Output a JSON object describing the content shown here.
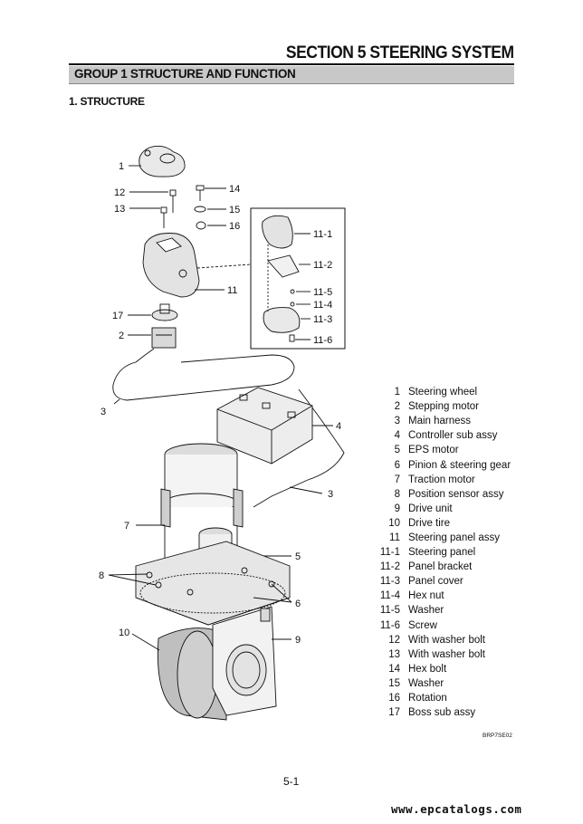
{
  "section_title": "SECTION 5 STEERING SYSTEM",
  "group_title": "GROUP 1 STRUCTURE AND FUNCTION",
  "subheading": "1. STRUCTURE",
  "callouts": {
    "c1": "1",
    "c2": "2",
    "c3a": "3",
    "c3b": "3",
    "c4": "4",
    "c5": "5",
    "c6": "6",
    "c7": "7",
    "c8": "8",
    "c9": "9",
    "c10": "10",
    "c11": "11",
    "c12": "12",
    "c13": "13",
    "c14": "14",
    "c15": "15",
    "c16": "16",
    "c17": "17",
    "c11_1": "11-1",
    "c11_2": "11-2",
    "c11_5": "11-5",
    "c11_4": "11-4",
    "c11_3": "11-3",
    "c11_6": "11-6"
  },
  "legend": [
    {
      "num": "1",
      "name": "Steering wheel"
    },
    {
      "num": "2",
      "name": "Stepping motor"
    },
    {
      "num": "3",
      "name": "Main harness"
    },
    {
      "num": "4",
      "name": "Controller sub assy"
    },
    {
      "num": "5",
      "name": "EPS motor"
    },
    {
      "num": "6",
      "name": "Pinion & steering gear"
    },
    {
      "num": "7",
      "name": "Traction motor"
    },
    {
      "num": "8",
      "name": "Position sensor assy"
    },
    {
      "num": "9",
      "name": "Drive unit"
    },
    {
      "num": "10",
      "name": "Drive tire"
    },
    {
      "num": "11",
      "name": "Steering panel assy"
    },
    {
      "num": "11-1",
      "name": "Steering panel"
    },
    {
      "num": "11-2",
      "name": "Panel bracket"
    },
    {
      "num": "11-3",
      "name": "Panel cover"
    },
    {
      "num": "11-4",
      "name": "Hex nut"
    },
    {
      "num": "11-5",
      "name": "Washer"
    },
    {
      "num": "11-6",
      "name": "Screw"
    },
    {
      "num": "12",
      "name": "With washer bolt"
    },
    {
      "num": "13",
      "name": "With washer bolt"
    },
    {
      "num": "14",
      "name": "Hex bolt"
    },
    {
      "num": "15",
      "name": "Washer"
    },
    {
      "num": "16",
      "name": "Rotation"
    },
    {
      "num": "17",
      "name": "Boss sub assy"
    }
  ],
  "figure_code": "BRP7SE02",
  "page_number": "5-1",
  "footer_url": "www.epcatalogs.com"
}
